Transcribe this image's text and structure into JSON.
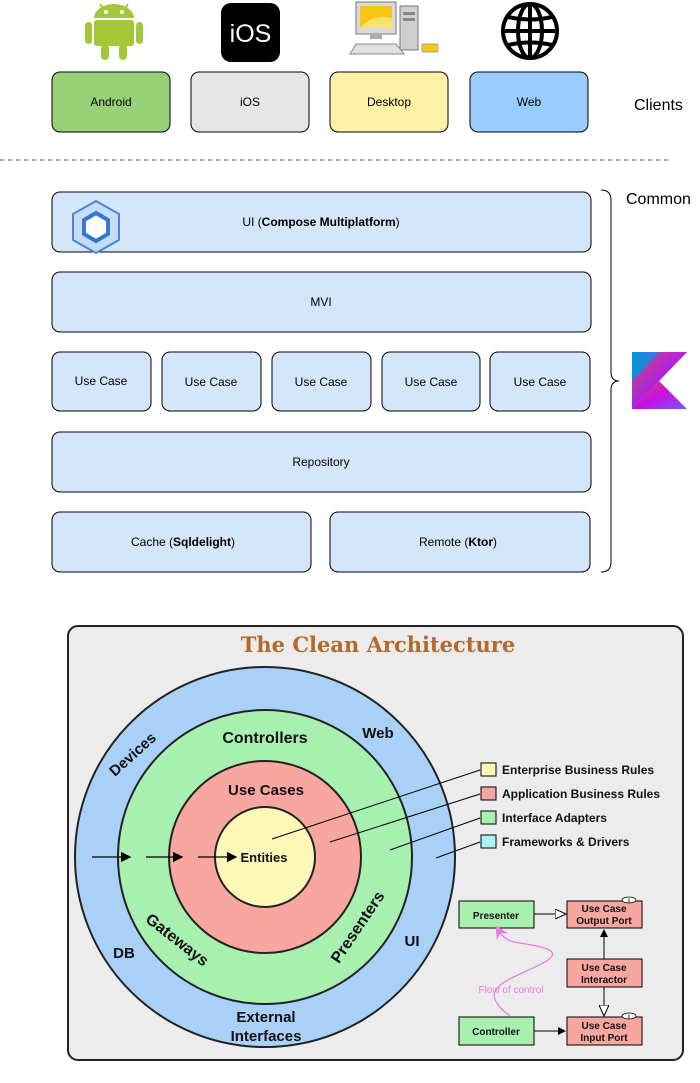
{
  "clients": {
    "label": "Clients",
    "items": [
      {
        "name": "Android",
        "color": "#97d077"
      },
      {
        "name": "iOS",
        "color": "#e6e6e6"
      },
      {
        "name": "Desktop",
        "color": "#fff2a8"
      },
      {
        "name": "Web",
        "color": "#99ccff"
      }
    ],
    "ios_logo_text": "iOS"
  },
  "common": {
    "label": "Common",
    "box_color": "#d4e6fc",
    "ui": {
      "prefix": "UI (",
      "bold": "Compose Multiplatform",
      "suffix": ")"
    },
    "mvi": "MVI",
    "use_cases": [
      "Use Case",
      "Use Case",
      "Use Case",
      "Use Case",
      "Use Case"
    ],
    "repository": "Repository",
    "cache": {
      "prefix": "Cache (",
      "bold": "Sqldelight",
      "suffix": ")"
    },
    "remote": {
      "prefix": "Remote (",
      "bold": "Ktor",
      "suffix": ")"
    }
  },
  "clean_architecture": {
    "title": "The Clean Architecture",
    "rings": {
      "frameworks": {
        "color": "#a9d1f7",
        "labels": [
          "Devices",
          "Web",
          "DB",
          "UI",
          "External",
          "Interfaces"
        ]
      },
      "adapters": {
        "color": "#a8f0b0",
        "labels": [
          "Controllers",
          "Gateways",
          "Presenters"
        ]
      },
      "use_cases": {
        "color": "#f8a6a0",
        "label": "Use Cases"
      },
      "entities": {
        "color": "#fdf8b8",
        "label": "Entities"
      }
    },
    "legend": [
      {
        "label": "Enterprise Business Rules",
        "color": "#fdf8b8"
      },
      {
        "label": "Application Business Rules",
        "color": "#f8a6a0"
      },
      {
        "label": "Interface Adapters",
        "color": "#a8f0b0"
      },
      {
        "label": "Frameworks & Drivers",
        "color": "#a9f3f7"
      }
    ],
    "flow": {
      "presenter": "Presenter",
      "controller": "Controller",
      "output_port": [
        "Use Case",
        "Output Port"
      ],
      "interactor": [
        "Use Case",
        "Interactor"
      ],
      "input_port": [
        "Use Case",
        "Input Port"
      ],
      "flow_label": "Flow of control",
      "flow_color": "#e87de8",
      "port_marker": "I"
    }
  }
}
